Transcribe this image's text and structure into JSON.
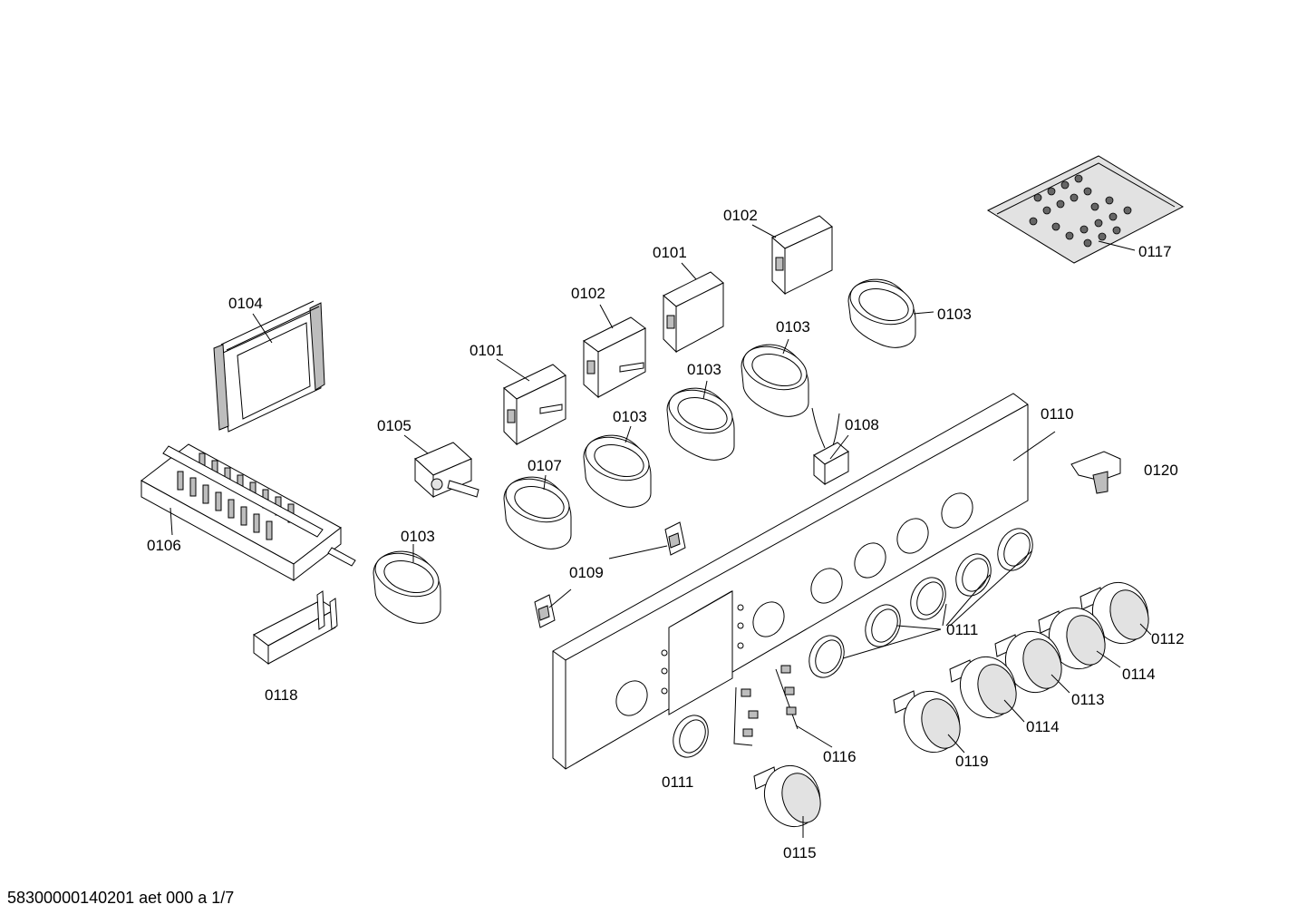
{
  "labels": {
    "l0101a": "0101",
    "l0101b": "0101",
    "l0102a": "0102",
    "l0102b": "0102",
    "l0103a": "0103",
    "l0103b": "0103",
    "l0103c": "0103",
    "l0103d": "0103",
    "l0103e": "0103",
    "l0104": "0104",
    "l0105": "0105",
    "l0106": "0106",
    "l0107": "0107",
    "l0108": "0108",
    "l0109": "0109",
    "l0110": "0110",
    "l0111a": "0111",
    "l0111b": "0111",
    "l0112": "0112",
    "l0113": "0113",
    "l0114a": "0114",
    "l0114b": "0114",
    "l0115": "0115",
    "l0116": "0116",
    "l0117": "0117",
    "l0118": "0118",
    "l0119": "0119",
    "l0120": "0120"
  },
  "footer": "58300000140201 aet 000 a 1/7"
}
